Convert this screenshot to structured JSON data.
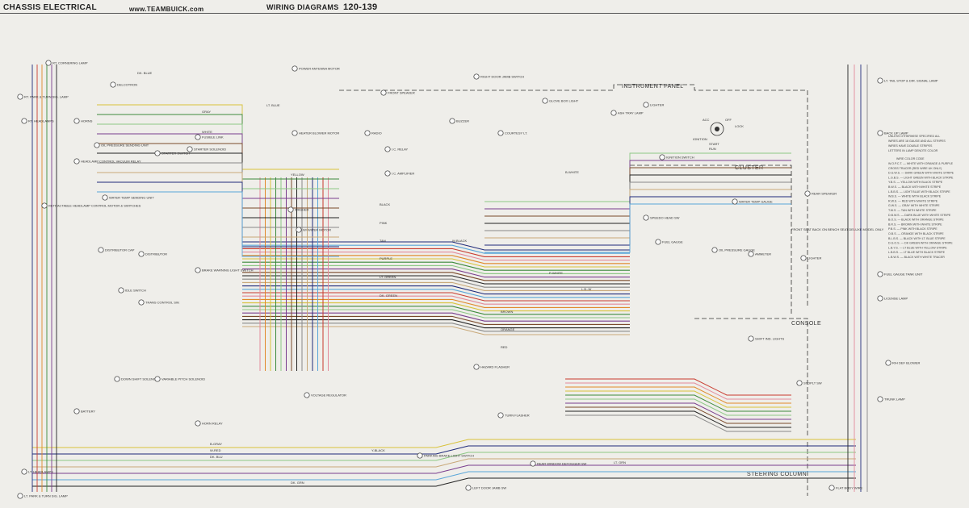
{
  "header": {
    "left": "CHASSIS ELECTRICAL",
    "url": "www.TEAMBUICK.com",
    "right": "WIRING DIAGRAMS",
    "pages": "120-139"
  },
  "sections": {
    "instrument_panel": "INSTRUMENT PANEL",
    "cluster": "CLUSTER",
    "console": "CONSOLE",
    "steering_column": "STEERING COLUMN"
  },
  "ignition": {
    "acc": "ACC",
    "off": "OFF",
    "lock": "LOCK",
    "ignition": "IGNITION",
    "start": "START",
    "run": "RUN"
  },
  "components": [
    {
      "id": "rt-cornering",
      "label": "RT. CORNERING LAMP"
    },
    {
      "id": "delcotron",
      "label": "DELCOTRON"
    },
    {
      "id": "horns",
      "label": "HORNS"
    },
    {
      "id": "rt-headlamps",
      "label": "RT. HEADLAMPS"
    },
    {
      "id": "oil-pressure",
      "label": "OIL PRESSURE SENDING UNIT"
    },
    {
      "id": "starter-switch",
      "label": "STARTER SWITCH"
    },
    {
      "id": "starter-solenoid",
      "label": "STARTER SOLENOID"
    },
    {
      "id": "fusible-link",
      "label": "FUSIBLE LINK"
    },
    {
      "id": "headlamp-control",
      "label": "HEADLAMP CONTROL VACUUM RELAY"
    },
    {
      "id": "water-temp",
      "label": "WATER TEMP SENDING UNIT"
    },
    {
      "id": "retract-motor",
      "label": "RETRACTABLE HEADLAMP CONTROL MOTOR & SWITCHES"
    },
    {
      "id": "distributor-cap",
      "label": "DISTRIBUTOR CAP"
    },
    {
      "id": "distributor",
      "label": "DISTRIBUTOR"
    },
    {
      "id": "brake-warning",
      "label": "BRAKE WARNING LIGHT SWITCH"
    },
    {
      "id": "idle-switch",
      "label": "IDLE SWITCH"
    },
    {
      "id": "trans-control",
      "label": "TRANS CONTROL SW."
    },
    {
      "id": "downshift",
      "label": "DOWN SHIFT SOLENOID"
    },
    {
      "id": "variable-pitch",
      "label": "VARIABLE PITCH SOLENOID"
    },
    {
      "id": "battery",
      "label": "BATTERY"
    },
    {
      "id": "horn-relay",
      "label": "HORN RELAY"
    },
    {
      "id": "voltage-reg",
      "label": "VOLTAGE REGULATOR"
    },
    {
      "id": "power-antenna",
      "label": "POWER ANTENNA MOTOR"
    },
    {
      "id": "front-speaker",
      "label": "FRONT SPEAKER"
    },
    {
      "id": "heater-blower",
      "label": "HEATER BLOWER MOTOR"
    },
    {
      "id": "washer",
      "label": "WASHER"
    },
    {
      "id": "wiper-motor",
      "label": "W/ WIPER MOTOR"
    },
    {
      "id": "radio",
      "label": "RADIO"
    },
    {
      "id": "ic-relay",
      "label": "I.C. RELAY"
    },
    {
      "id": "ic-amplifier",
      "label": "I.C. AMPLIFIER"
    },
    {
      "id": "buzzer",
      "label": "BUZZER"
    },
    {
      "id": "courtesy-lt",
      "label": "COURTESY LT."
    },
    {
      "id": "rt-door-jamb",
      "label": "RIGHT DOOR JAMB SWITCH"
    },
    {
      "id": "glove-box",
      "label": "GLOVE BOX LIGHT"
    },
    {
      "id": "ash-tray",
      "label": "ASH TRAY LAMP"
    },
    {
      "id": "lighter",
      "label": "LIGHTER"
    },
    {
      "id": "ignition-switch",
      "label": "IGNITION SWITCH"
    },
    {
      "id": "speedo",
      "label": "SPEEDO HEAD SW"
    },
    {
      "id": "water-temp-gauge",
      "label": "WATER TEMP GAUGE"
    },
    {
      "id": "fuel-gauge",
      "label": "FUEL GAUGE"
    },
    {
      "id": "oil-pressure-gauge",
      "label": "OIL PRESSURE GAUGE"
    },
    {
      "id": "ammeter",
      "label": "AMMETER"
    },
    {
      "id": "hazard-flasher",
      "label": "HAZARD FLASHER"
    },
    {
      "id": "turn-flasher",
      "label": "TURN FLASHER"
    },
    {
      "id": "parking-brake",
      "label": "PARKING BRAKE LIGHT SWITCH"
    },
    {
      "id": "rear-window-def",
      "label": "REAR WINDOW DEFOGGER SW"
    },
    {
      "id": "left-door-jamb",
      "label": "LEFT DOOR JAMB SW"
    },
    {
      "id": "stoplt-sw",
      "label": "STOPLT SW"
    },
    {
      "id": "rear-speaker",
      "label": "REAR SPEAKER"
    },
    {
      "id": "lighter-rear",
      "label": "LIGHTER"
    },
    {
      "id": "shift-ind",
      "label": "SHIFT IND. LIGHTS"
    },
    {
      "id": "trunk-lamp",
      "label": "TRUNK LAMP"
    },
    {
      "id": "license-lamp",
      "label": "LICENSE LAMP"
    },
    {
      "id": "back-up-lamp",
      "label": "BACK UP LAMP"
    },
    {
      "id": "fuel-gauge-tank",
      "label": "FUEL GAUGE TANK UNIT"
    },
    {
      "id": "lt-headlamps",
      "label": "LT. HEADLAMPS"
    },
    {
      "id": "lt-park",
      "label": "LT. PARK & TURN SIG. LAMP"
    },
    {
      "id": "rt-park",
      "label": "RT. PARK & TURN SIG. LAMP"
    },
    {
      "id": "lt-tail",
      "label": "LT. TAIL STOP & DIR. SIGNAL LAMP"
    },
    {
      "id": "rh-def",
      "label": "R/H DEF BLOWER"
    },
    {
      "id": "flat-body",
      "label": "FLAT BODY WIRE"
    }
  ],
  "wire_labels": [
    "DK. BLUE",
    "LT. BLUE",
    "YELLOW",
    "BLACK",
    "PINK",
    "TAN",
    "PURPLE",
    "LT. GREEN",
    "DK. GREEN",
    "BROWN",
    "ORANGE",
    "RED",
    "GRAY",
    "WHITE",
    "B-GRAY",
    "W-RED",
    "DK. BLU",
    "Y-BLACK",
    "B-WHITE",
    "W-BLACK",
    "P-WHITE",
    "L.B.-W",
    "LT. GRN",
    "DK. GRN"
  ],
  "legend": {
    "notes": [
      "UNLESS OTHERWISE SPECIFIED ALL",
      "WIRES ARE 18 GAUGE AND ALL STRIPES",
      "WIRES HAVE DOUBLE STRIPES",
      "LETTERS IN LAMP DENOTE COLOR"
    ],
    "title": "WIRE COLOR CODE",
    "codes": [
      "W.O.P.C.T. — WHITE WITH ORANGE & PURPLE",
      "CROSS TRACER (RED WIRE UK ONLY)",
      "D.G.W.S. — DARK GREEN WITH WHITE STRIPE",
      "L.G.B.S. — LIGHT GREEN WITH BLACK STRIPE",
      "Y.B.S. — YELLOW WITH BLACK STRIPE",
      "B.W.S. — BLACK WITH WHITE STRIPE",
      "L.B.B.S. — LIGHT BLUE WITH BLACK STRIPE",
      "W.B.S. — WHITE WITH BLACK STRIPE",
      "R.W.S. — RED WITH WHITE STRIPE",
      "G.W.S. — GRAY WITH WHITE STRIPE",
      "T.W.S. — TAN WITH WHITE STRIPE",
      "D.B.W.S. — DARK BLUE WITH WHITE STRIPE",
      "B.O.S. — BLACK WITH ORANGE STRIPE",
      "B.R.S. — BROWN WITH WHITE STRIPE",
      "P.B.S. — PINK WITH BLACK STRIPE",
      "O.B.S. — ORANGE WITH BLACK STRIPE",
      "B.L.B.S. — BLACK WITH LT. BLUE STRIPE",
      "D.G.O.S. — DK GREEN WITH ORANGE STRIPE",
      "L.B.Y.S. — LT BLUE WITH YELLOW STRIPE",
      "L.B.B.S. — LT BLUE WITH BLACK STRIPE",
      "L.B.W.S. — BLACK WITH WHITE TRACER"
    ]
  },
  "notes": {
    "front-seat": "FRONT SEAT BACK ON BENCH SEAT DELUXE MODEL ONLY"
  },
  "colors": {
    "paper": "#efeeea",
    "dk_blue": "#1f2a7a",
    "lt_blue": "#5aa6d8",
    "red": "#c93b2e",
    "pink": "#e38a9a",
    "orange": "#e0892a",
    "yellow": "#d8c23a",
    "green": "#3c8a3c",
    "lt_green": "#8cc884",
    "purple": "#7a3e8e",
    "brown": "#7a4a2a",
    "black": "#222222",
    "gray": "#888888",
    "tan": "#c8a878",
    "white": "#f8f8f8"
  }
}
